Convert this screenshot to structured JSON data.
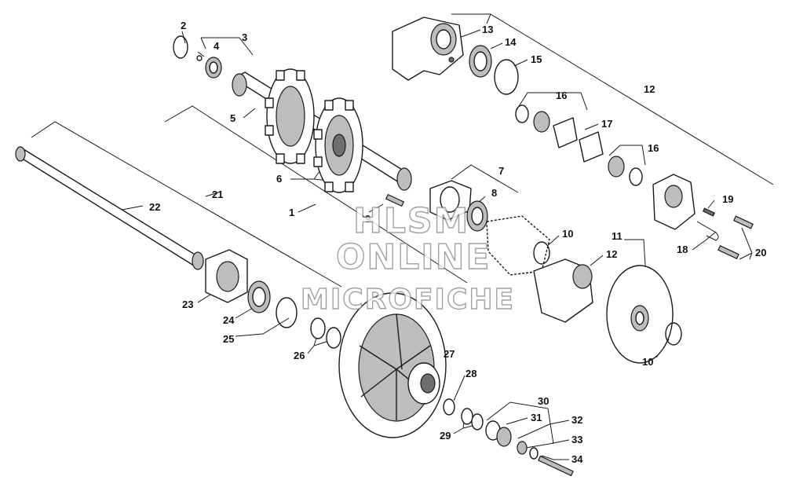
{
  "diagram": {
    "callouts": [
      "1",
      "2",
      "3",
      "4",
      "5",
      "6",
      "7",
      "8",
      "9",
      "10",
      "11",
      "12",
      "13",
      "14",
      "15",
      "16",
      "17",
      "18",
      "19",
      "20",
      "21",
      "22",
      "23",
      "24",
      "25",
      "26",
      "27",
      "28",
      "29",
      "30",
      "31",
      "32",
      "33",
      "34"
    ],
    "watermark": [
      "HLSM",
      "ONLINE",
      "MICROFICHE"
    ]
  }
}
